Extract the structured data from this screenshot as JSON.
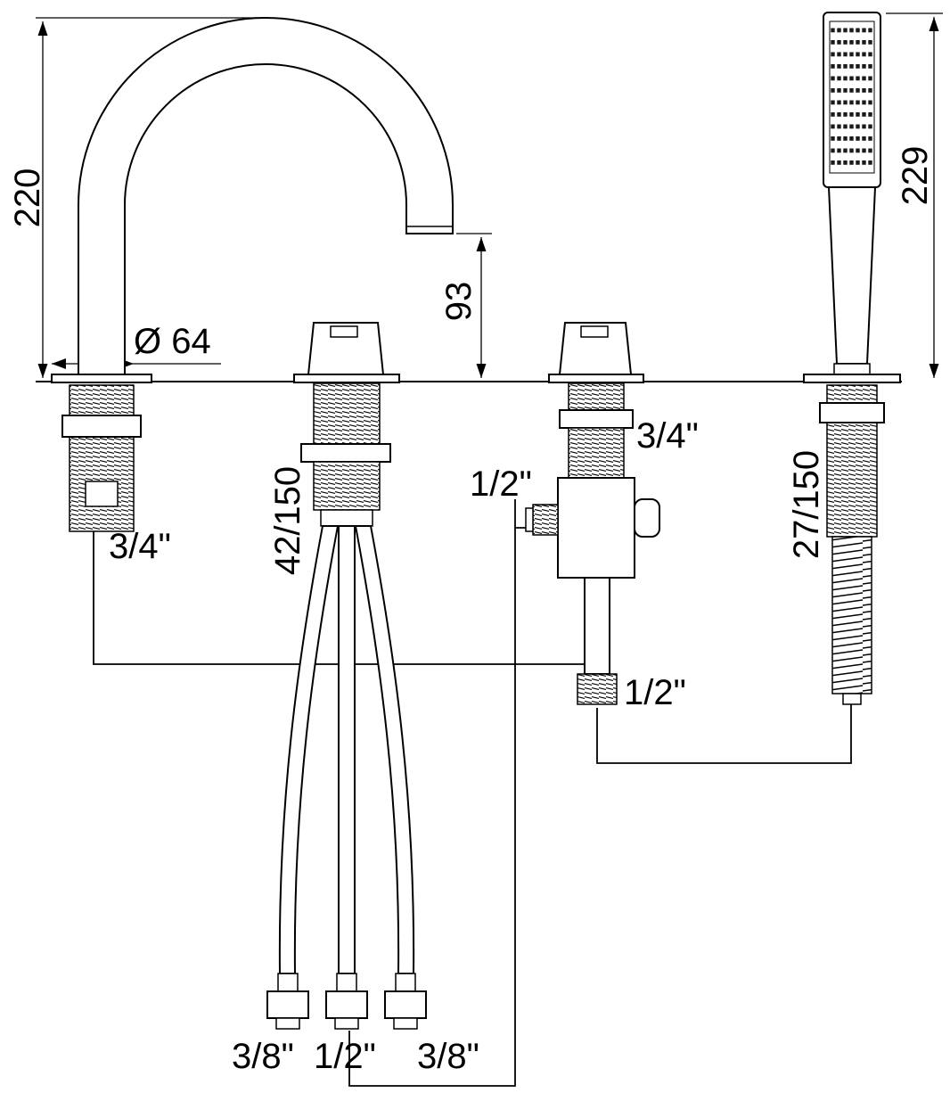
{
  "drawing": {
    "spout": {
      "height": "220",
      "outlet_height": "93",
      "base_diameter": "Ø 64",
      "shank": "3/4\""
    },
    "mixer_valve": {
      "shank": "42/150",
      "hoses": [
        "3/8\"",
        "1/2\"",
        "3/8\""
      ]
    },
    "diverter_valve": {
      "inlet": "1/2\"",
      "shank": "3/4\"",
      "outlet": "1/2\""
    },
    "handshower": {
      "height": "229",
      "hose": "27/150"
    }
  }
}
